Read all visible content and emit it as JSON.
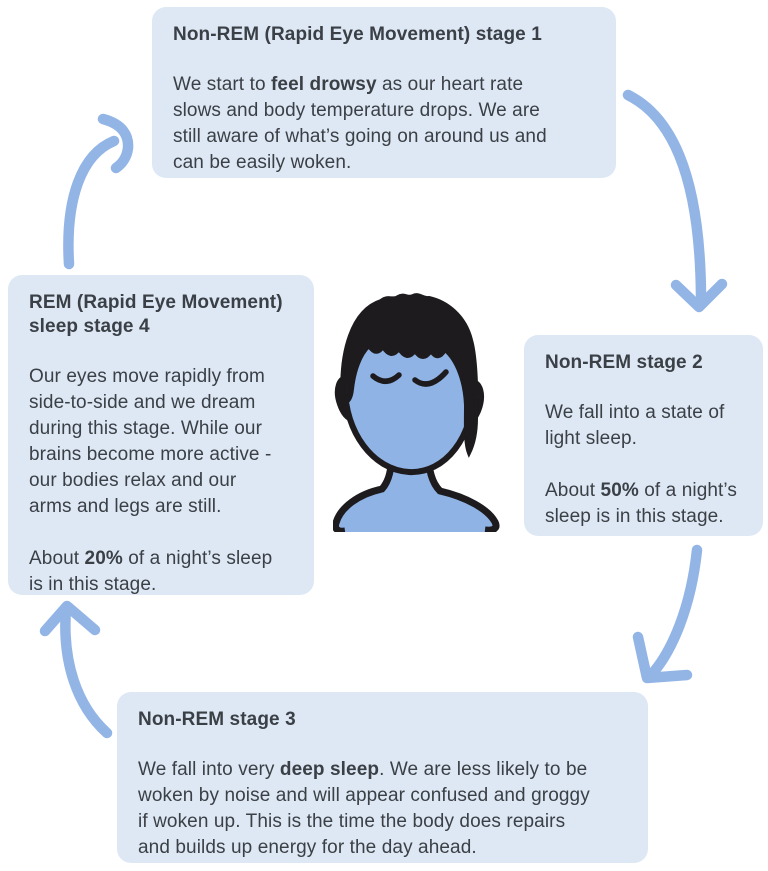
{
  "colors": {
    "box_bg": "#dee8f5",
    "text": "#3b4046",
    "arrow": "#93b5e6",
    "skin": "#8fb3e4",
    "line": "#1d1b1d"
  },
  "diagram": {
    "subject": "sleep cycle stages",
    "center_icon": "sleeping-person"
  },
  "stages": [
    {
      "id": "non-rem-stage-1",
      "heading": "Non-REM (Rapid Eye Movement) stage 1",
      "paragraphs": [
        [
          {
            "text": "We start to "
          },
          {
            "text": "feel drowsy",
            "bold": true
          },
          {
            "text": " as our heart rate\nslows and body temperature drops. We are\nstill aware of what’s going on around us and\ncan be easily woken."
          }
        ]
      ]
    },
    {
      "id": "non-rem-stage-2",
      "heading": "Non-REM stage 2",
      "paragraphs": [
        [
          {
            "text": "We fall into a state of\nlight sleep."
          }
        ],
        [
          {
            "text": "About "
          },
          {
            "text": "50%",
            "bold": true
          },
          {
            "text": " of a night’s\nsleep is in this stage."
          }
        ]
      ]
    },
    {
      "id": "non-rem-stage-3",
      "heading": "Non-REM stage 3",
      "paragraphs": [
        [
          {
            "text": "We fall into very "
          },
          {
            "text": "deep sleep",
            "bold": true
          },
          {
            "text": ". We are less likely to be\nwoken by noise and will appear confused and groggy\nif woken up. This is the time the body does repairs\nand builds up energy for the day ahead."
          }
        ]
      ]
    },
    {
      "id": "rem-sleep-stage-4",
      "heading": "REM (Rapid Eye Movement)\nsleep stage 4",
      "paragraphs": [
        [
          {
            "text": "Our eyes move rapidly from\nside-to-side and we dream\nduring this stage. While our\nbrains become more active -\nour bodies relax and our\narms and legs are still."
          }
        ],
        [
          {
            "text": "About "
          },
          {
            "text": "20%",
            "bold": true
          },
          {
            "text": " of a night’s sleep\nis in this stage."
          }
        ]
      ]
    }
  ]
}
